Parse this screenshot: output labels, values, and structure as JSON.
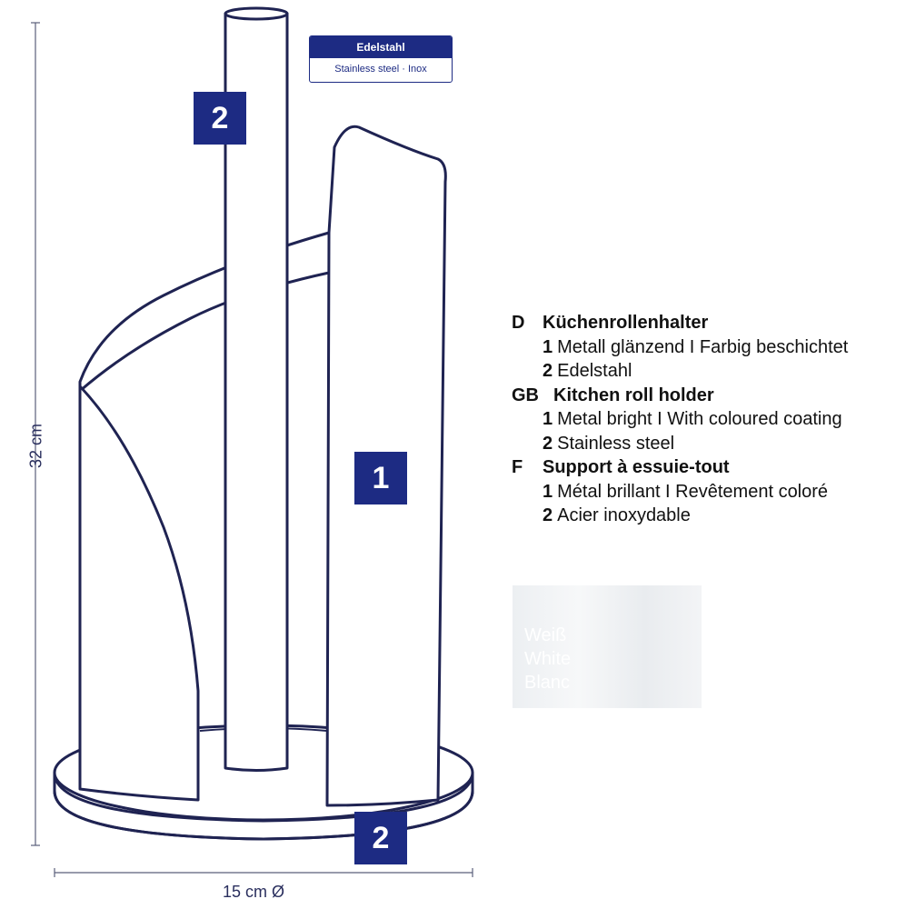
{
  "dimensions": {
    "height_label": "32 cm",
    "width_label": "15 cm Ø"
  },
  "material_tag": {
    "title": "Edelstahl",
    "subtitle": "Stainless steel · Inox"
  },
  "part_badges": {
    "top": "2",
    "body": "1",
    "base": "2"
  },
  "legend": [
    {
      "code": "D",
      "title": "Küchenrollenhalter",
      "items": [
        {
          "num": "1",
          "text": "Metall glänzend I Farbig beschichtet"
        },
        {
          "num": "2",
          "text": "Edelstahl"
        }
      ]
    },
    {
      "code": "GB",
      "title": "Kitchen roll holder",
      "items": [
        {
          "num": "1",
          "text": "Metal bright I With coloured coating"
        },
        {
          "num": "2",
          "text": "Stainless steel"
        }
      ]
    },
    {
      "code": "F",
      "title": "Support à essuie-tout",
      "items": [
        {
          "num": "1",
          "text": "Métal brillant I Revêtement coloré"
        },
        {
          "num": "2",
          "text": "Acier inoxydable"
        }
      ]
    }
  ],
  "color_swatch": {
    "lines": [
      "Weiß",
      "White",
      "Blanc"
    ],
    "fill": "#eef0f2"
  },
  "colors": {
    "outline": "#1f2352",
    "badge": "#1d2b83",
    "dimension_line": "#5a5f7a"
  }
}
